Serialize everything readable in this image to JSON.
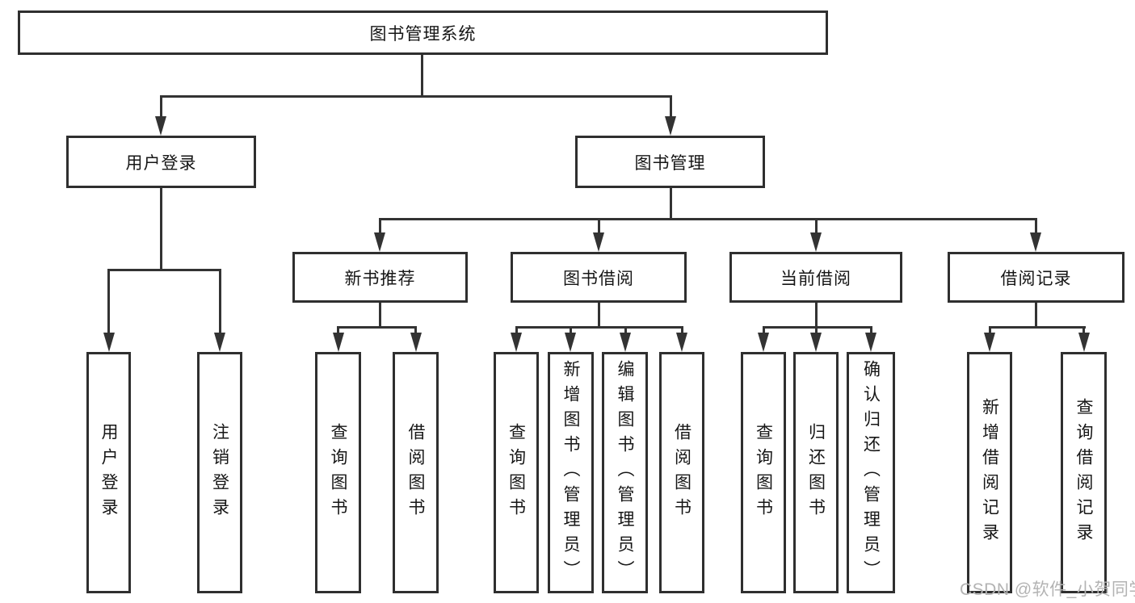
{
  "title": "图书管理系统",
  "level2": {
    "left": "用户登录",
    "right": "图书管理"
  },
  "level3": [
    "新书推荐",
    "图书借阅",
    "当前借阅",
    "借阅记录"
  ],
  "leaves": {
    "login": [
      "用户登录",
      "注销登录"
    ],
    "recommend": [
      "查询图书",
      "借阅图书"
    ],
    "borrow": [
      "查询图书",
      "新增图书（管理员）",
      "编辑图书（管理员）",
      "借阅图书"
    ],
    "current": [
      "查询图书",
      "归还图书",
      "确认归还（管理员）"
    ],
    "records": [
      "新增借阅记录",
      "查询借阅记录"
    ]
  },
  "watermark": "CSDN @软件_小贺同学",
  "colors": {
    "line": "#333333",
    "text": "#161616",
    "watermark": "#b3b3b3"
  }
}
